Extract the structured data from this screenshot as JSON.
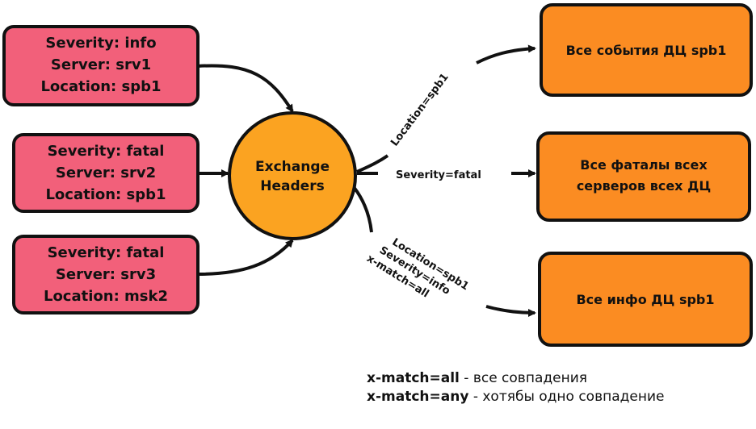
{
  "colors": {
    "source_fill": "#f2607a",
    "hub_fill": "#fba321",
    "queue_fill": "#fb8c22",
    "stroke": "#111111"
  },
  "sources": [
    {
      "lines": [
        "Severity: info",
        "Server: srv1",
        "Location: spb1"
      ]
    },
    {
      "lines": [
        "Severity: fatal",
        "Server: srv2",
        "Location: spb1"
      ]
    },
    {
      "lines": [
        "Severity: fatal",
        "Server: srv3",
        "Location: msk2"
      ]
    }
  ],
  "hub": {
    "lines": [
      "Exchange",
      "Headers"
    ]
  },
  "bindings": [
    {
      "lines": [
        "Location=spb1"
      ]
    },
    {
      "lines": [
        "Severity=fatal"
      ]
    },
    {
      "lines": [
        "Location=spb1",
        "Severity=info",
        "x-match=all"
      ]
    }
  ],
  "queues": [
    {
      "lines": [
        "Все события ДЦ spb1"
      ]
    },
    {
      "lines": [
        "Все фаталы всех",
        "серверов всех ДЦ"
      ]
    },
    {
      "lines": [
        "Все инфо ДЦ spb1"
      ]
    }
  ],
  "legend": [
    {
      "key": "x-match=all",
      "desc": " - все совпадения"
    },
    {
      "key": "x-match=any",
      "desc": " - хотябы одно совпадение"
    }
  ]
}
